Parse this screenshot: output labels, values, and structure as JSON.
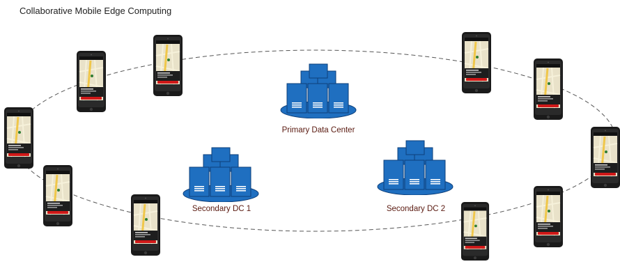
{
  "diagram": {
    "title": "Collaborative Mobile Edge Computing",
    "data_centers": [
      {
        "id": "primary",
        "label": "Primary Data Center"
      },
      {
        "id": "secondary1",
        "label": "Secondary DC 1"
      },
      {
        "id": "secondary2",
        "label": "Secondary DC 2"
      }
    ],
    "phone_count": 10,
    "colors": {
      "server_fill": "#1f6fc0",
      "server_stroke": "#0d3f7a",
      "ring": "#555555",
      "label_text": "#5a1a10"
    }
  }
}
